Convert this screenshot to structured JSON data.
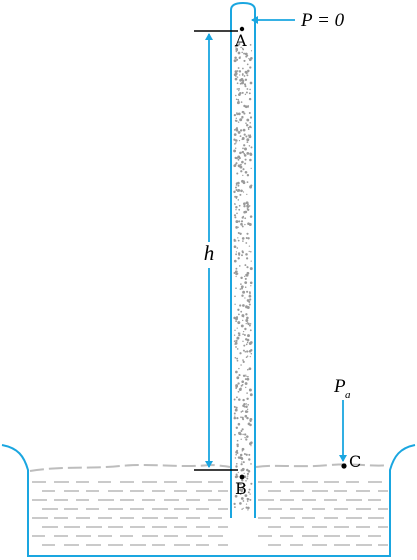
{
  "diagram": {
    "points": {
      "A": "A",
      "B": "B",
      "C": "C"
    },
    "labels": {
      "vacuum_pressure": "P = 0",
      "height": "h",
      "atmospheric_pressure_symbol": "P",
      "atmospheric_pressure_subscript": "a"
    },
    "colors": {
      "glass_outline": "#1aa6e0",
      "arrow": "#1aa6e0",
      "mercury_dots": "#9a9a9a",
      "liquid_dashes": "#bdbdbd",
      "reference_lines": "#000000"
    }
  }
}
